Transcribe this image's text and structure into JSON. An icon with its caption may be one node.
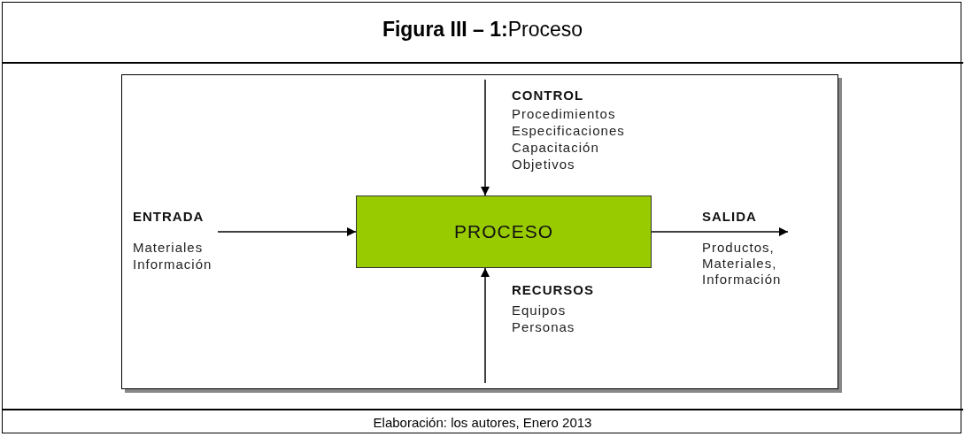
{
  "diagram": {
    "title": "**Figura III – 1:**Proceso",
    "caption": "Elaboración: los autores, Enero 2013",
    "nodes": [
      {
        "text": [
          "PROCESO"
        ]
      },
      {
        "text": [
          "ENTRADA",
          "Materiales Información"
        ]
      }
    ],
    "edges": [
      {
        "from": 1,
        "to": 0,
        "arrow": "to"
      },
      {
        "from": 0,
        "to": null,
        "arrow": "to"
      },
      {
        "from": null,
        "to": 0,
        "arrow": "to"
      },
      {
        "from": null,
        "to": 0,
        "arrow": "to"
      }
    ],
    "labels": [
      "CONTROL",
      "Procedimientos",
      "Especificaciones",
      "Capacitación",
      "Objetivos",
      "SALIDA",
      "Productos,",
      "Materiales,",
      "RECURSOS",
      "Información",
      "Equipos",
      "Personas"
    ]
  }
}
